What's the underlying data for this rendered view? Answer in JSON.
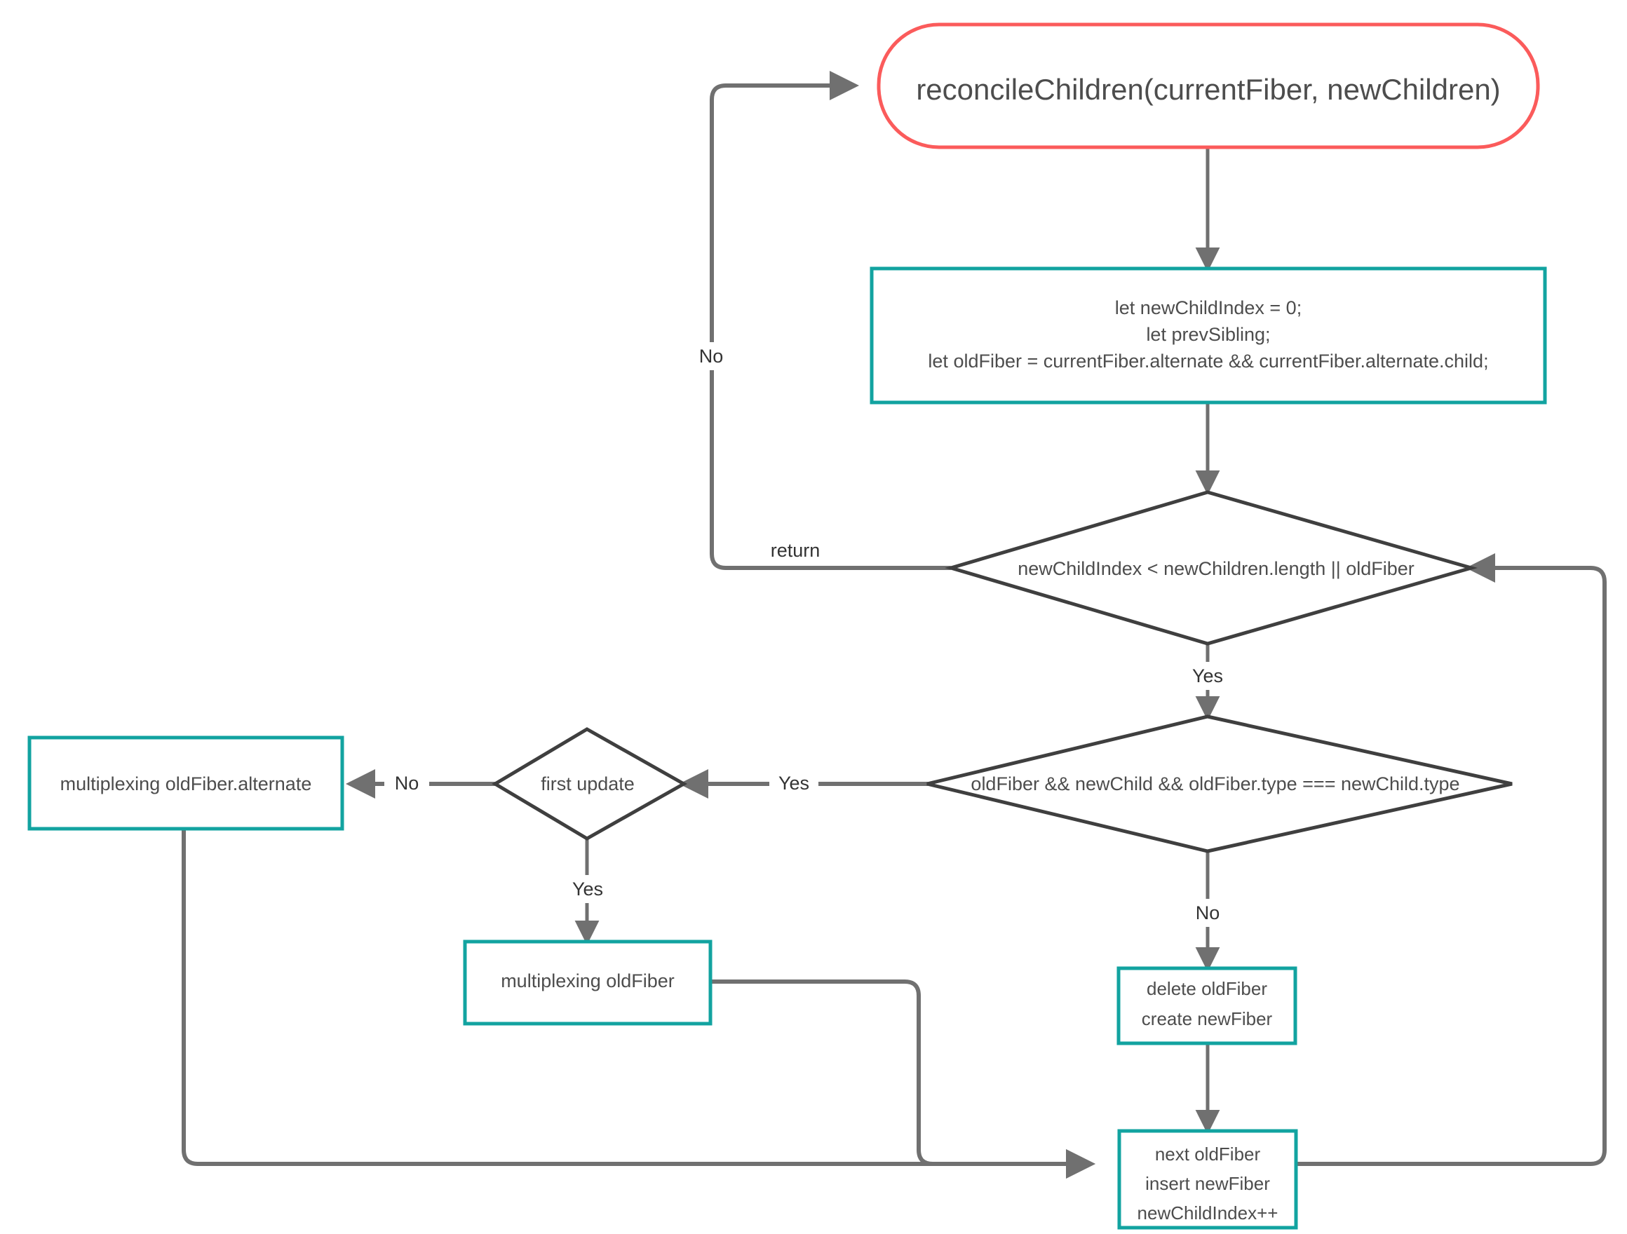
{
  "diagram": {
    "title": "reconcileChildren flowchart",
    "colors": {
      "start_border": "#fb5b5b",
      "process_border": "#12a3a0",
      "decision_border": "#3f3f3f",
      "edge": "#707070",
      "text": "#4d4d4d",
      "background": "#ffffff"
    },
    "nodes": {
      "start": {
        "id": "start",
        "shape": "stadium",
        "text": "reconcileChildren(currentFiber, newChildren)"
      },
      "init": {
        "id": "init",
        "shape": "rect",
        "lines": [
          "let newChildIndex = 0;",
          "let prevSibling;",
          "let oldFiber = currentFiber.alternate && currentFiber.alternate.child;"
        ]
      },
      "loop_condition": {
        "id": "loop_condition",
        "shape": "diamond",
        "text": "newChildIndex < newChildren.length || oldFiber"
      },
      "type_check": {
        "id": "type_check",
        "shape": "diamond",
        "text": "oldFiber && newChild && oldFiber.type === newChild.type"
      },
      "first_update": {
        "id": "first_update",
        "shape": "diamond",
        "text": "first update"
      },
      "mux_alternate": {
        "id": "mux_alternate",
        "shape": "rect",
        "lines": [
          "multiplexing oldFiber.alternate"
        ]
      },
      "mux_oldfiber": {
        "id": "mux_oldfiber",
        "shape": "rect",
        "lines": [
          "multiplexing oldFiber"
        ]
      },
      "delete_create": {
        "id": "delete_create",
        "shape": "rect",
        "lines": [
          "delete oldFiber",
          "create newFiber"
        ]
      },
      "advance": {
        "id": "advance",
        "shape": "rect",
        "lines": [
          "next oldFiber",
          "insert newFiber",
          "newChildIndex++"
        ]
      }
    },
    "edge_labels": {
      "no_return_top": "No",
      "return": "return",
      "yes_loop": "Yes",
      "yes_type": "Yes",
      "no_first_update": "No",
      "yes_first_update": "Yes",
      "no_type": "No"
    },
    "edges": [
      {
        "from": "start",
        "to": "init",
        "label": ""
      },
      {
        "from": "init",
        "to": "loop_condition",
        "label": ""
      },
      {
        "from": "loop_condition",
        "to": "start",
        "label": "No / return"
      },
      {
        "from": "loop_condition",
        "to": "type_check",
        "label": "Yes"
      },
      {
        "from": "type_check",
        "to": "first_update",
        "label": "Yes"
      },
      {
        "from": "type_check",
        "to": "delete_create",
        "label": "No"
      },
      {
        "from": "first_update",
        "to": "mux_alternate",
        "label": "No"
      },
      {
        "from": "first_update",
        "to": "mux_oldfiber",
        "label": "Yes"
      },
      {
        "from": "mux_alternate",
        "to": "advance",
        "label": ""
      },
      {
        "from": "mux_oldfiber",
        "to": "advance",
        "label": ""
      },
      {
        "from": "delete_create",
        "to": "advance",
        "label": ""
      },
      {
        "from": "advance",
        "to": "loop_condition",
        "label": ""
      }
    ]
  }
}
